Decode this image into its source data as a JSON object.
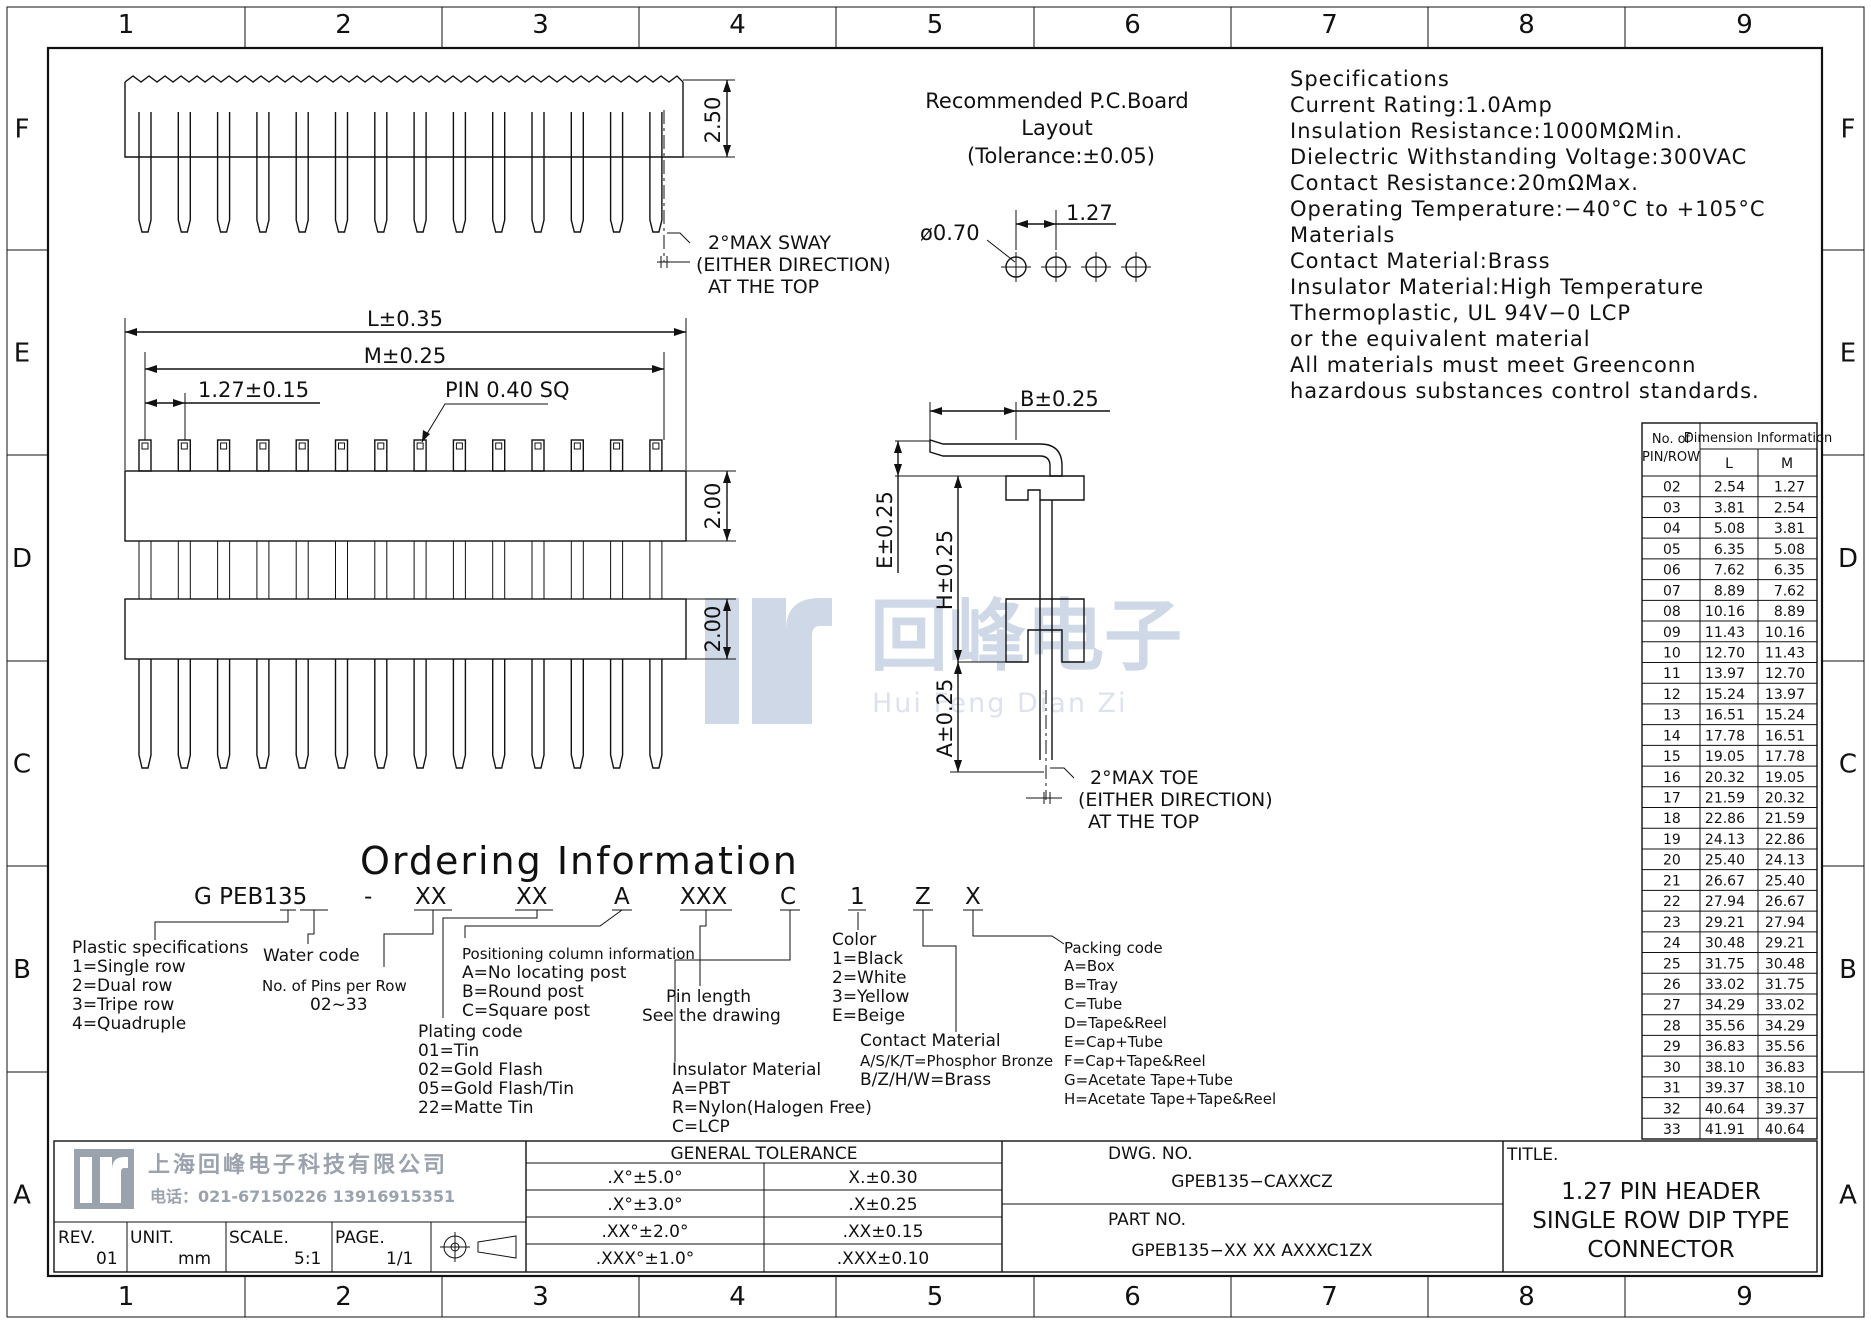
{
  "border": {
    "columns": [
      "1",
      "2",
      "3",
      "4",
      "5",
      "6",
      "7",
      "8",
      "9"
    ],
    "rows": [
      "F",
      "E",
      "D",
      "C",
      "B",
      "A"
    ]
  },
  "watermark": {
    "cn": "回峰电子",
    "pinyin": "Hui Feng Dian Zi"
  },
  "side_view": {
    "dim_height": "2.50",
    "sway_note": [
      "2°MAX SWAY",
      "(EITHER DIRECTION)",
      "AT THE TOP"
    ]
  },
  "front_view": {
    "dim_L": "L±0.35",
    "dim_M": "M±0.25",
    "dim_pitch": "1.27±0.15",
    "pin_note": "PIN 0.40 SQ",
    "dim_body1": "2.00",
    "dim_body2": "2.00"
  },
  "pcb_layout": {
    "title_lines": [
      "Recommended P.C.Board",
      "Layout",
      "(Tolerance:±0.05)"
    ],
    "dim_hole": "ø0.70",
    "dim_pitch": "1.27"
  },
  "profile_view": {
    "dim_B": "B±0.25",
    "dim_E": "E±0.25",
    "dim_H": "H±0.25",
    "dim_A": "A±0.25",
    "toe_note": [
      "2°MAX TOE",
      "(EITHER DIRECTION)",
      "AT THE TOP"
    ]
  },
  "specifications": {
    "lines": [
      "Specifications",
      "Current Rating:1.0Amp",
      "Insulation Resistance:1000MΩMin.",
      "Dielectric Withstanding Voltage:300VAC",
      "Contact Resistance:20mΩMax.",
      "Operating Temperature:−40°C to +105°C",
      "Materials",
      "Contact Material:Brass",
      "Insulator Material:High Temperature",
      "Thermoplastic, UL 94V−0 LCP",
      "or the equivalent material",
      "All materials must meet Greenconn",
      "hazardous substances control standards."
    ]
  },
  "dimension_table": {
    "header_col1": [
      "No. of",
      "PIN/ROW"
    ],
    "header_group": "Dimension Information",
    "header_L": "L",
    "header_M": "M",
    "rows": [
      [
        "02",
        "2.54",
        "1.27"
      ],
      [
        "03",
        "3.81",
        "2.54"
      ],
      [
        "04",
        "5.08",
        "3.81"
      ],
      [
        "05",
        "6.35",
        "5.08"
      ],
      [
        "06",
        "7.62",
        "6.35"
      ],
      [
        "07",
        "8.89",
        "7.62"
      ],
      [
        "08",
        "10.16",
        "8.89"
      ],
      [
        "09",
        "11.43",
        "10.16"
      ],
      [
        "10",
        "12.70",
        "11.43"
      ],
      [
        "11",
        "13.97",
        "12.70"
      ],
      [
        "12",
        "15.24",
        "13.97"
      ],
      [
        "13",
        "16.51",
        "15.24"
      ],
      [
        "14",
        "17.78",
        "16.51"
      ],
      [
        "15",
        "19.05",
        "17.78"
      ],
      [
        "16",
        "20.32",
        "19.05"
      ],
      [
        "17",
        "21.59",
        "20.32"
      ],
      [
        "18",
        "22.86",
        "21.59"
      ],
      [
        "19",
        "24.13",
        "22.86"
      ],
      [
        "20",
        "25.40",
        "24.13"
      ],
      [
        "21",
        "26.67",
        "25.40"
      ],
      [
        "22",
        "27.94",
        "26.67"
      ],
      [
        "23",
        "29.21",
        "27.94"
      ],
      [
        "24",
        "30.48",
        "29.21"
      ],
      [
        "25",
        "31.75",
        "30.48"
      ],
      [
        "26",
        "33.02",
        "31.75"
      ],
      [
        "27",
        "34.29",
        "33.02"
      ],
      [
        "28",
        "35.56",
        "34.29"
      ],
      [
        "29",
        "36.83",
        "35.56"
      ],
      [
        "30",
        "38.10",
        "36.83"
      ],
      [
        "31",
        "39.37",
        "38.10"
      ],
      [
        "32",
        "40.64",
        "39.37"
      ],
      [
        "33",
        "41.91",
        "40.64"
      ]
    ]
  },
  "ordering": {
    "title": "Ordering Information",
    "code_parts": [
      "G PEB135",
      "-",
      "XX",
      "XX",
      "A",
      "XXX",
      "C",
      "1",
      "Z",
      "X"
    ],
    "plastic_spec": [
      "Plastic specifications",
      "1=Single row",
      "2=Dual row",
      "3=Tripe row",
      "4=Quadruple"
    ],
    "water_code": "Water code",
    "pins_per_row": [
      "No. of Pins per Row",
      "02~33"
    ],
    "plating_code": [
      "Plating code",
      "01=Tin",
      "02=Gold Flash",
      "05=Gold Flash/Tin",
      "22=Matte Tin"
    ],
    "positioning": [
      "Positioning column information",
      "A=No locating post",
      "B=Round post",
      "C=Square post"
    ],
    "pin_length": [
      "Pin length",
      "See the drawing"
    ],
    "insulator": [
      "Insulator Material",
      "A=PBT",
      "R=Nylon(Halogen Free)",
      "C=LCP"
    ],
    "color": [
      "Color",
      "1=Black",
      "2=White",
      "3=Yellow",
      "E=Beige"
    ],
    "contact": [
      "Contact Material",
      "A/S/K/T=Phosphor Bronze",
      "B/Z/H/W=Brass"
    ],
    "packing": [
      "Packing code",
      "A=Box",
      "B=Tray",
      "C=Tube",
      "D=Tape&Reel",
      "E=Cap+Tube",
      "F=Cap+Tape&Reel",
      "G=Acetate Tape+Tube",
      "H=Acetate Tape+Tape&Reel"
    ]
  },
  "title_block": {
    "company_cn": "上海回峰电子科技有限公司",
    "phone": "电话：021-67150226  13916915351",
    "rev_label": "REV.",
    "rev_value": "01",
    "unit_label": "UNIT.",
    "unit_value": "mm",
    "scale_label": "SCALE.",
    "scale_value": "5:1",
    "page_label": "PAGE.",
    "page_value": "1/1",
    "tolerance_header": "GENERAL TOLERANCE",
    "tolerance_rows": [
      [
        ".X°±5.0°",
        "X.±0.30"
      ],
      [
        ".X°±3.0°",
        ".X±0.25"
      ],
      [
        ".XX°±2.0°",
        ".XX±0.15"
      ],
      [
        ".XXX°±1.0°",
        ".XXX±0.10"
      ]
    ],
    "dwg_label": "DWG. NO.",
    "dwg_value": "GPEB135−CAXXCZ",
    "part_label": "PART NO.",
    "part_value": "GPEB135−XX XX AXXXC1ZX",
    "title_label": "TITLE.",
    "title_lines": [
      "1.27 PIN HEADER",
      "SINGLE ROW DIP TYPE",
      "CONNECTOR"
    ]
  }
}
